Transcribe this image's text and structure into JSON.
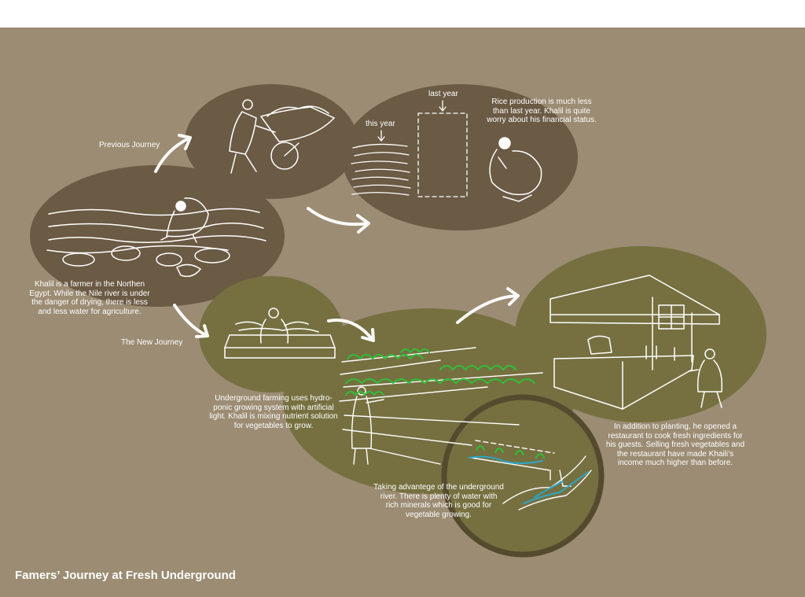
{
  "title": "Famers’ Journey at Fresh Underground",
  "labels": {
    "previous_journey": "Previous Journey",
    "new_journey": "The New Journey",
    "this_year": "this year",
    "last_year": "last year"
  },
  "captions": {
    "farmer_intro": "Khalil is a farmer in the Northen\nEgypt. While the Nile river is under\nthe danger of drying, there is less\nand less water for agriculture.",
    "rice_production": "Rice production is much less\nthan last year. Khalil is quite\nworry about his financial status.",
    "underground_farming": "Underground farming uses hydro-\nponic growing system with artificial\nlight. Khalil is mixing nutrient solution\nfor vegetables to grow.",
    "underground_river": "Taking advantege of the underground\nriver. There is plenty of water with\nrich minerals which is good for\nvegetable growing.",
    "restaurant": "In addition to planting, he opened a\nrestaurant to cook fresh ingredients for\nhis guests. Selling fresh vegetables and\nthe restaurant have made  Khaili’s\nincome much higher than before."
  },
  "colors": {
    "background": "#9b8c73",
    "past_bubble": "#6b5a44",
    "new_bubble": "#767040",
    "river_ring": "#544a2e",
    "sketch": "#ffffff",
    "plants": "#2fbf3a",
    "water": "#2aa6c9"
  }
}
